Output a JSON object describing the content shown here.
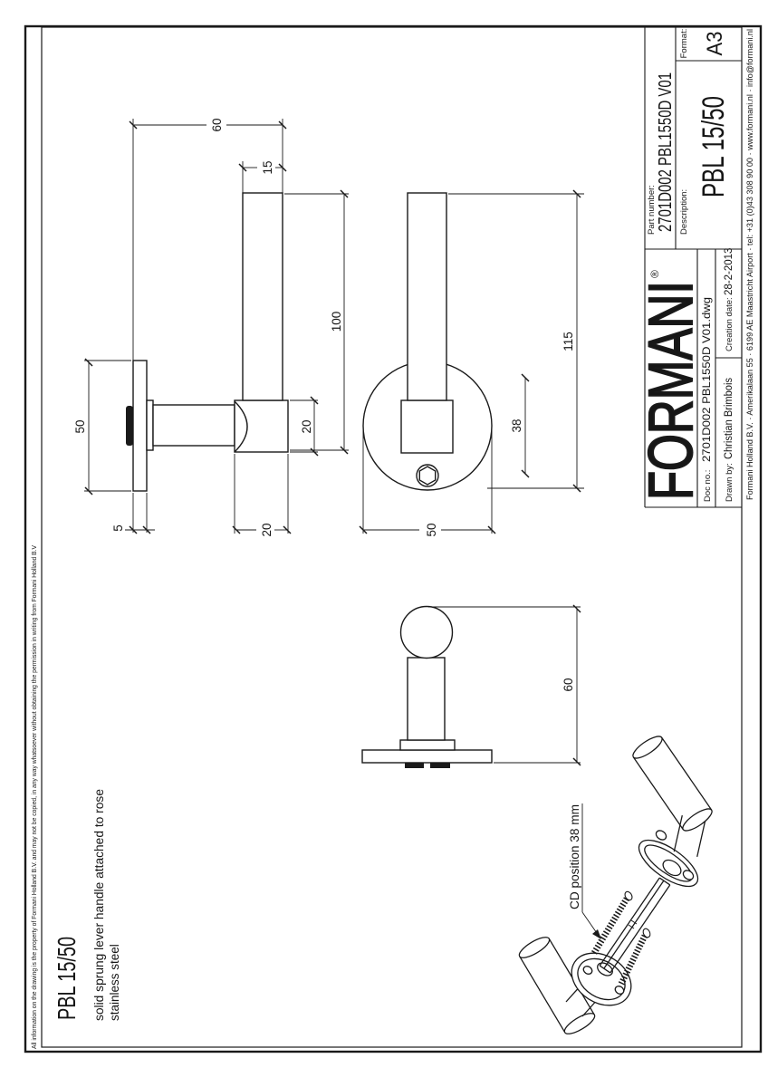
{
  "sheet": {
    "disclaimer": "All information on the drawing is the property of Formani Holland B.V. and may not be copied, in any way whatsoever without obtaining the permission in writing from Formani Holland B.V",
    "contact": "Formani Holland B.V. · Amerikalaan 55 · 6199 AE Maastricht Airport · tel: +31 (0)43 308 90 00 · www.formani.nl · info@formani.nl"
  },
  "product": {
    "code": "PBL 15/50",
    "desc1": "solid sprung lever handle attached to rose",
    "desc2": "stainless steel"
  },
  "tb": {
    "logo": "FORMANI",
    "logo_mark": "®",
    "part_label": "Part number:",
    "part_number": "2701D002 PBL1550D V01",
    "desc_label": "Description:",
    "description": "PBL 15/50",
    "format_label": "Format:",
    "format": "A3",
    "doc_label": "Doc no.:",
    "doc_no": "2701D002 PBL1550D V01.dwg",
    "drawn_label": "Drawn by:",
    "drawn_by": "Christian Brimbois",
    "date_label": "Creation date:",
    "date": "28-2-2013"
  },
  "dims": {
    "side_projection": "60",
    "side_grip_dia": "15",
    "side_rose_dia": "50",
    "side_grip_len": "100",
    "side_neck": "20",
    "side_rose_t": "5",
    "side_grip_w": "20",
    "front_len": "115",
    "front_cd": "38",
    "front_rose": "50",
    "top_projection": "60",
    "cd_note": "CD position 38 mm"
  },
  "colors": {
    "line": "#1a1a1a",
    "background": "#ffffff"
  }
}
